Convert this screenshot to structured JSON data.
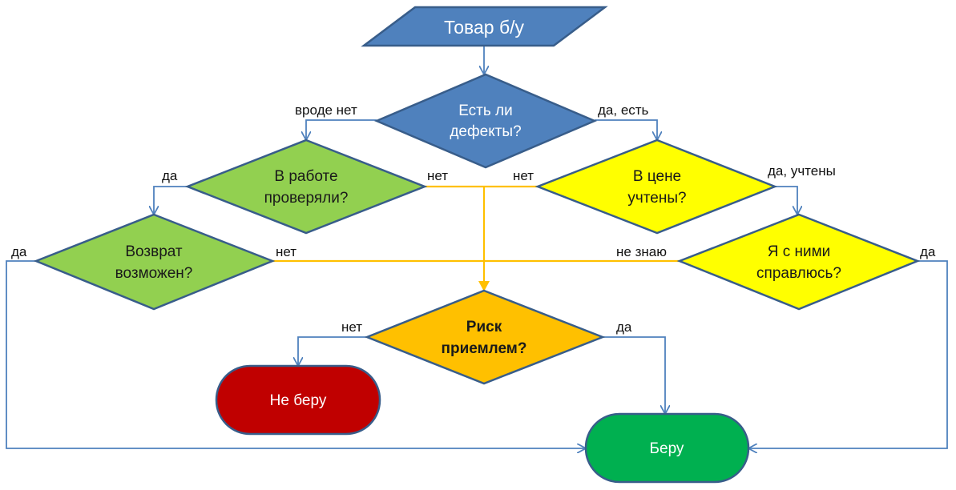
{
  "nodes": {
    "start": {
      "text": "Товар б/у",
      "color": "#4F81BD"
    },
    "defects": {
      "line1": "Есть ли",
      "line2": "дефекты?",
      "color": "#4F81BD"
    },
    "checked": {
      "line1": "В работе",
      "line2": "проверяли?",
      "color": "#92D050"
    },
    "return": {
      "line1": "Возврат",
      "line2": "возможен?",
      "color": "#92D050"
    },
    "price": {
      "line1": "В цене",
      "line2": "учтены?",
      "color": "#FFFF00"
    },
    "cope": {
      "line1": "Я с ними",
      "line2": "справлюсь?",
      "color": "#FFFF00"
    },
    "risk": {
      "line1": "Риск",
      "line2": "приемлем?",
      "color": "#FFC000"
    },
    "reject": {
      "text": "Не беру",
      "color": "#C00000"
    },
    "accept": {
      "text": "Беру",
      "color": "#00B050"
    }
  },
  "edges": {
    "defects_no": "вроде нет",
    "defects_yes": "да, есть",
    "checked_yes": "да",
    "checked_no": "нет",
    "price_no": "нет",
    "price_yes": "да, учтены",
    "return_yes": "да",
    "return_no": "нет",
    "cope_dontknow": "не знаю",
    "cope_yes": "да",
    "risk_no": "нет",
    "risk_yes": "да"
  },
  "colors": {
    "outline": "#3A5F8A",
    "connector_blue": "#4F81BD",
    "connector_orange": "#FFC000"
  }
}
